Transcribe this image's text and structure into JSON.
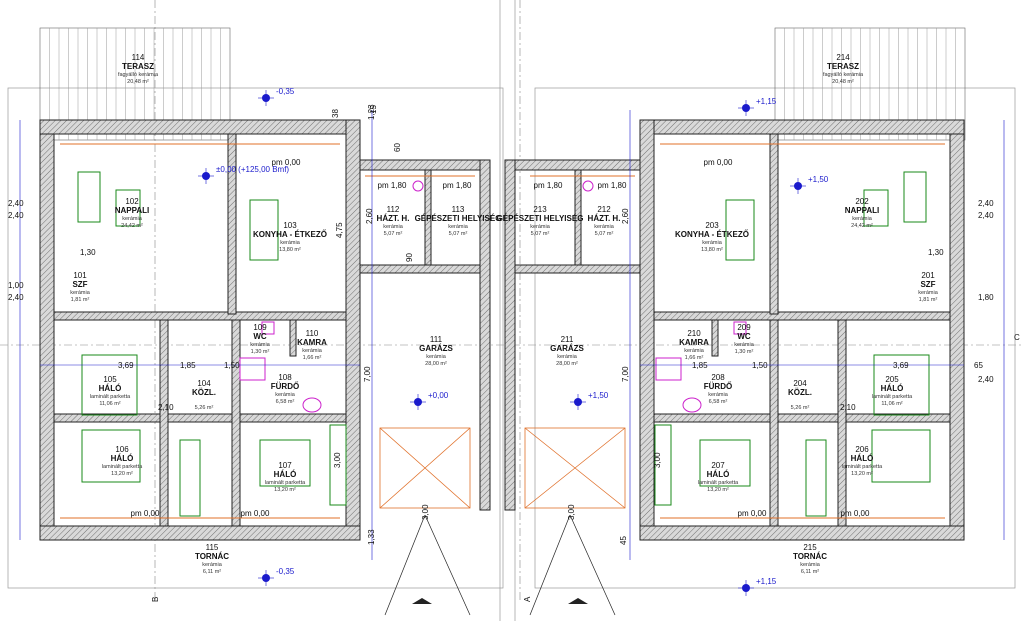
{
  "colors": {
    "wall": "#222222",
    "wall_fill": "#d9d9d9",
    "dimension": "#1a1acc",
    "furniture": "#1a8a1a",
    "sanitary": "#cc22cc",
    "hatch": "#e0702a",
    "grid": "#888888"
  },
  "rooms": [
    {
      "num": "114",
      "name": "TERASZ",
      "sub": "fagyálló kerámia",
      "area": "20,48 m²"
    },
    {
      "num": "102",
      "name": "NAPPALI",
      "sub": "kerámia",
      "area": "24,42 m²"
    },
    {
      "num": "103",
      "name": "KONYHA - ÉTKEZŐ",
      "sub": "kerámia",
      "area": "13,80 m²"
    },
    {
      "num": "112",
      "name": "HÁZT. H.",
      "sub": "kerámia",
      "area": "5,07 m²"
    },
    {
      "num": "113",
      "name": "GÉPÉSZETI HELYISÉG",
      "sub": "kerámia",
      "area": "5,07 m²"
    },
    {
      "num": "101",
      "name": "SZF",
      "sub": "kerámia",
      "area": "1,81 m²"
    },
    {
      "num": "109",
      "name": "WC",
      "sub": "kerámia",
      "area": "1,30 m²"
    },
    {
      "num": "110",
      "name": "KAMRA",
      "sub": "kerámia",
      "area": "1,66 m²"
    },
    {
      "num": "111",
      "name": "GARÁZS",
      "sub": "kerámia",
      "area": "28,00 m²"
    },
    {
      "num": "105",
      "name": "HÁLÓ",
      "sub": "laminált parketta",
      "area": "11,06 m²"
    },
    {
      "num": "104",
      "name": "KÖZL.",
      "sub": "",
      "area": "5,26 m²"
    },
    {
      "num": "108",
      "name": "FÜRDŐ",
      "sub": "kerámia",
      "area": "6,58 m²"
    },
    {
      "num": "106",
      "name": "HÁLÓ",
      "sub": "laminált parketta",
      "area": "13,20 m²"
    },
    {
      "num": "107",
      "name": "HÁLÓ",
      "sub": "laminált parketta",
      "area": "13,20 m²"
    },
    {
      "num": "115",
      "name": "TORNÁC",
      "sub": "kerámia",
      "area": "6,11 m²"
    },
    {
      "num": "214",
      "name": "TERASZ",
      "sub": "fagyálló kerámia",
      "area": "20,48 m²"
    },
    {
      "num": "202",
      "name": "NAPPALI",
      "sub": "kerámia",
      "area": "24,42 m²"
    },
    {
      "num": "203",
      "name": "KONYHA - ÉTKEZŐ",
      "sub": "kerámia",
      "area": "13,80 m²"
    },
    {
      "num": "212",
      "name": "HÁZT. H.",
      "sub": "kerámia",
      "area": "5,07 m²"
    },
    {
      "num": "213",
      "name": "GÉPÉSZETI HELYISÉG",
      "sub": "kerámia",
      "area": "5,07 m²"
    },
    {
      "num": "201",
      "name": "SZF",
      "sub": "kerámia",
      "area": "1,81 m²"
    },
    {
      "num": "209",
      "name": "WC",
      "sub": "kerámia",
      "area": "1,30 m²"
    },
    {
      "num": "210",
      "name": "KAMRA",
      "sub": "kerámia",
      "area": "1,66 m²"
    },
    {
      "num": "211",
      "name": "GARÁZS",
      "sub": "kerámia",
      "area": "28,00 m²"
    },
    {
      "num": "205",
      "name": "HÁLÓ",
      "sub": "laminált parketta",
      "area": "11,06 m²"
    },
    {
      "num": "204",
      "name": "KÖZL.",
      "sub": "",
      "area": "5,26 m²"
    },
    {
      "num": "208",
      "name": "FÜRDŐ",
      "sub": "kerámia",
      "area": "6,58 m²"
    },
    {
      "num": "206",
      "name": "HÁLÓ",
      "sub": "laminált parketta",
      "area": "13,20 m²"
    },
    {
      "num": "207",
      "name": "HÁLÓ",
      "sub": "laminált parketta",
      "area": "13,20 m²"
    },
    {
      "num": "215",
      "name": "TORNÁC",
      "sub": "kerámia",
      "area": "6,11 m²"
    }
  ],
  "levels": [
    "-0,35",
    "+1,15",
    "±0,00 (+125,00 Bmf)",
    "+1,50",
    "+0,00",
    "+1,50",
    "-0,35",
    "+1,15"
  ],
  "pm_labels": [
    "pm 0,00",
    "pm 0,00",
    "pm 1,80",
    "pm 1,80",
    "pm 1,80",
    "pm 1,80",
    "pm 0,00",
    "pm 0,00",
    "pm 0,00",
    "pm 0,00"
  ],
  "dimensions": [
    "2,40",
    "2,40",
    "2,40",
    "2,40",
    "1,00",
    "2,40",
    "1,80",
    "2,40",
    "3,69",
    "3,69",
    "1,50",
    "1,50",
    "1,85",
    "1,85",
    "7,00",
    "7,00",
    "4,75",
    "2,60",
    "2,60",
    "3,00",
    "3,00",
    "3,00",
    "3,00",
    "1,30",
    "1,30",
    "2,10",
    "2,10",
    "90",
    "60",
    "15",
    "1,23",
    "1,33",
    "45",
    "65",
    "38"
  ],
  "axis_labels": [
    "B",
    "A",
    "C"
  ]
}
